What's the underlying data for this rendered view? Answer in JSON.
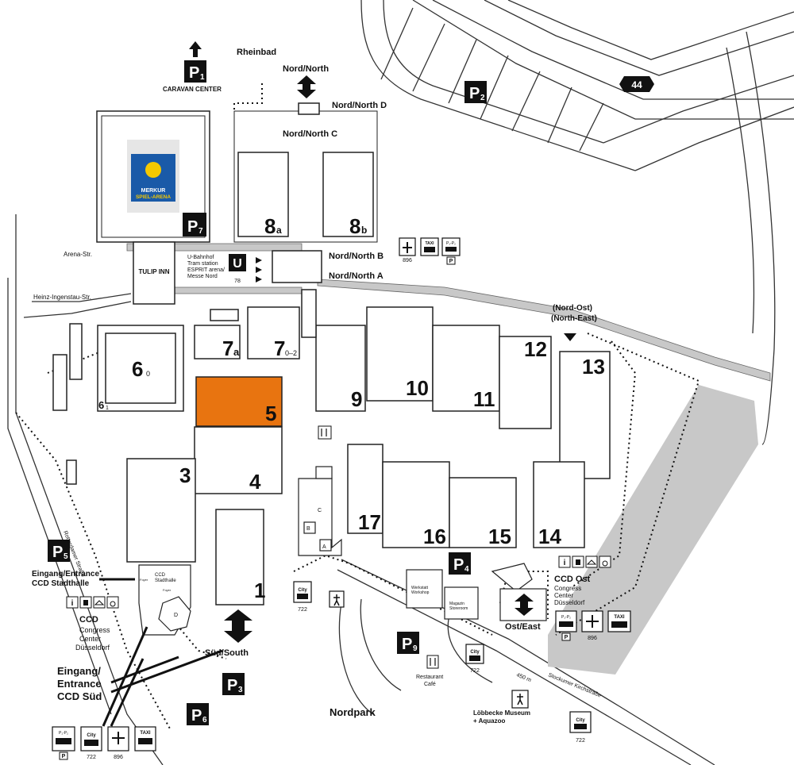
{
  "colors": {
    "highlight": "#E87410",
    "road": "#c8c8c8",
    "parking_lot": "#c8c8c8",
    "badge": "#111111",
    "merkur_blue": "#1a5aa8"
  },
  "halls": {
    "h1": "1",
    "h3": "3",
    "h4": "4",
    "h5": "5",
    "h6": "6",
    "h6sub": "0",
    "h6b": "6",
    "h6bsub": "1",
    "h7": "7",
    "h7sub": "a",
    "h70": "7",
    "h70sub": "0–2",
    "h8a": "8",
    "h8asub": "a",
    "h8b": "8",
    "h8bsub": "b",
    "h9": "9",
    "h10": "10",
    "h11": "11",
    "h12": "12",
    "h13": "13",
    "h14": "14",
    "h15": "15",
    "h16": "16",
    "h17": "17",
    "hA": "A",
    "hB": "B",
    "hC": "C",
    "hD": "D"
  },
  "parking": {
    "p1": "P",
    "p1sub": "1",
    "p2": "P",
    "p2sub": "2",
    "p3": "P",
    "p3sub": "3",
    "p4": "P",
    "p4sub": "4",
    "p5": "P",
    "p5sub": "5",
    "p6": "P",
    "p6sub": "6",
    "p7": "P",
    "p7sub": "7",
    "p9": "P",
    "p9sub": "9"
  },
  "labels": {
    "rheinbad": "Rheinbad",
    "caravan": "CARAVAN CENTER",
    "nord": "Nord/North",
    "nord_d": "Nord/North D",
    "nord_c": "Nord/North C",
    "nord_b": "Nord/North B",
    "nord_a": "Nord/North A",
    "nordost1": "(Nord-Ost)",
    "nordost2": "(North-East)",
    "highway": "44",
    "arena_str": "Arena-Str.",
    "heinz": "Heinz-Ingenstau-Str.",
    "ubahn1": "U-Bahnhof",
    "ubahn2": "Tram station",
    "ubahn3": "ESPRIT arena/",
    "ubahn4": "Messe Nord",
    "u78": "78",
    "u_letter": "U",
    "merkur1": "MERKUR",
    "merkur2": "SPIEL-ARENA",
    "tulip1": "TULIP INN",
    "bus896_n": "896",
    "p_n": "P",
    "rotterdamer": "Rotterdamer Straße",
    "entrance_stadt1": "Eingang/Entrance",
    "entrance_stadt2": "CCD Stadthalle",
    "ccd1": "CCD",
    "ccd2": "Congress",
    "ccd3": "Center",
    "ccd4": "Düsseldorf",
    "ccd_stadthalle1": "CCD",
    "ccd_stadthalle2": "Stadthalle",
    "foyer1": "Foyer",
    "foyer2": "Foyer",
    "entrance_sued1": "Eingang/",
    "entrance_sued2": "Entrance",
    "entrance_sued3": "CCD Süd",
    "sued": "Süd/South",
    "bus722_s": "722",
    "nordpark": "Nordpark",
    "werkstatt1": "Werkstatt",
    "werkstatt2": "Workshop",
    "magazin1": "Magazin",
    "magazin2": "Storeroom",
    "restaurant1": "Restaurant",
    "restaurant2": "Café",
    "loebbecke1": "Löbbecke Museum",
    "loebbecke2": "+ Aquazoo",
    "bus722_c": "722",
    "bus722_e": "722",
    "ccd_ost1": "CCD Ost",
    "ccd_ost2": "Congress",
    "ccd_ost3": "Center",
    "ccd_ost4": "Düsseldorf",
    "ost": "Ost/East",
    "bus896_e": "896",
    "p_e": "P",
    "stockumer": "Stockumer Kirchstraße",
    "dist450": "450 m",
    "bus722_sw": "722",
    "bus896_sw": "896",
    "p_sw": "P",
    "taxi": "TAXI",
    "city": "City",
    "p1p2": "P₁-P₂",
    "i": "i"
  }
}
